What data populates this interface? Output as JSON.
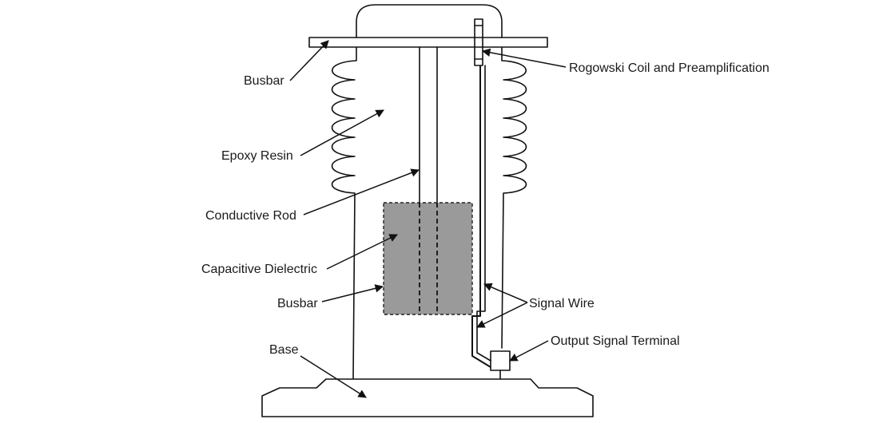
{
  "labels": {
    "busbar_top": "Busbar",
    "rogowski": "Rogowski Coil and Preamplification",
    "epoxy": "Epoxy Resin",
    "rod": "Conductive Rod",
    "dielectric": "Capacitive Dielectric",
    "busbar_lower": "Busbar",
    "signal_wire": "Signal Wire",
    "output_terminal": "Output Signal Terminal",
    "base": "Base"
  },
  "colors": {
    "line": "#111111",
    "dielectric_fill": "#9a9a9a",
    "background": "#ffffff"
  }
}
